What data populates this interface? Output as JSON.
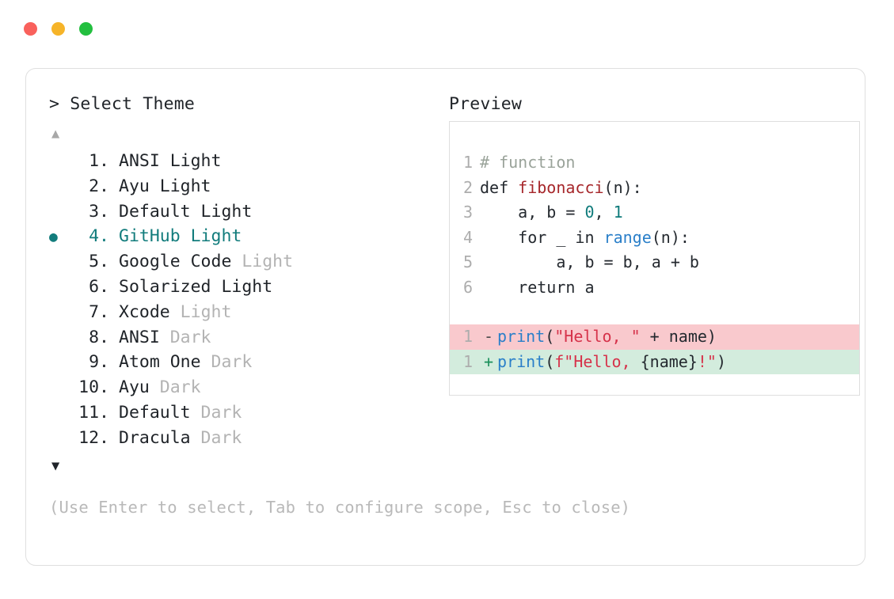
{
  "window": {
    "dots": [
      {
        "name": "close",
        "color": "#f9615c"
      },
      {
        "name": "minimize",
        "color": "#f6b429"
      },
      {
        "name": "maximize",
        "color": "#23bf3f"
      }
    ]
  },
  "header": {
    "prompt_title": "> Select Theme",
    "preview_title": "Preview"
  },
  "scroll": {
    "up_arrow": "▲",
    "down_arrow": "▼",
    "up_active": false,
    "down_active": true
  },
  "accent_color": "#127c7c",
  "theme_list": {
    "selected_index": 4,
    "bullet_glyph": "●",
    "items": [
      {
        "num": "1.",
        "name": "ANSI Light",
        "mode": "",
        "selected": false
      },
      {
        "num": "2.",
        "name": "Ayu Light",
        "mode": "",
        "selected": false
      },
      {
        "num": "3.",
        "name": "Default Light",
        "mode": "",
        "selected": false
      },
      {
        "num": "4.",
        "name": "GitHub Light",
        "mode": "",
        "selected": true
      },
      {
        "num": "5.",
        "name": "Google Code",
        "mode": "Light",
        "selected": false
      },
      {
        "num": "6.",
        "name": "Solarized Light",
        "mode": "",
        "selected": false
      },
      {
        "num": "7.",
        "name": "Xcode",
        "mode": "Light",
        "selected": false
      },
      {
        "num": "8.",
        "name": "ANSI",
        "mode": "Dark",
        "selected": false
      },
      {
        "num": "9.",
        "name": "Atom One",
        "mode": "Dark",
        "selected": false
      },
      {
        "num": "10.",
        "name": "Ayu",
        "mode": "Dark",
        "selected": false
      },
      {
        "num": "11.",
        "name": "Default",
        "mode": "Dark",
        "selected": false
      },
      {
        "num": "12.",
        "name": "Dracula",
        "mode": "Dark",
        "selected": false
      }
    ]
  },
  "preview": {
    "code_lines": [
      {
        "ln": "1",
        "tokens": [
          {
            "t": "# function",
            "c": "comment"
          }
        ]
      },
      {
        "ln": "2",
        "tokens": [
          {
            "t": "def ",
            "c": "plain"
          },
          {
            "t": "fibonacci",
            "c": "func"
          },
          {
            "t": "(n):",
            "c": "plain"
          }
        ]
      },
      {
        "ln": "3",
        "tokens": [
          {
            "t": "    a, b = ",
            "c": "plain"
          },
          {
            "t": "0",
            "c": "num"
          },
          {
            "t": ", ",
            "c": "plain"
          },
          {
            "t": "1",
            "c": "num"
          }
        ]
      },
      {
        "ln": "4",
        "tokens": [
          {
            "t": "    for _ in ",
            "c": "plain"
          },
          {
            "t": "range",
            "c": "builtin"
          },
          {
            "t": "(n):",
            "c": "plain"
          }
        ]
      },
      {
        "ln": "5",
        "tokens": [
          {
            "t": "        a, b = b, a + b",
            "c": "plain"
          }
        ]
      },
      {
        "ln": "6",
        "tokens": [
          {
            "t": "    return a",
            "c": "plain"
          }
        ]
      }
    ],
    "diff_lines": [
      {
        "ln": "1",
        "sign": "-",
        "kind": "del",
        "tokens": [
          {
            "t": "print",
            "c": "builtin"
          },
          {
            "t": "(",
            "c": "plain"
          },
          {
            "t": "\"Hello, \"",
            "c": "string"
          },
          {
            "t": " + name)",
            "c": "plain"
          }
        ]
      },
      {
        "ln": "1",
        "sign": "+",
        "kind": "add",
        "tokens": [
          {
            "t": "print",
            "c": "builtin"
          },
          {
            "t": "(",
            "c": "plain"
          },
          {
            "t": "f\"Hello, ",
            "c": "string"
          },
          {
            "t": "{name}",
            "c": "plain"
          },
          {
            "t": "!\"",
            "c": "string"
          },
          {
            "t": ")",
            "c": "plain"
          }
        ]
      }
    ],
    "colors": {
      "diff_del_bg": "#f9c9cd",
      "diff_add_bg": "#d3ecdd",
      "comment": "#9aa39a",
      "function": "#a6262a",
      "builtin": "#2a7fc9",
      "number": "#0f7b7b",
      "string": "#d6324a"
    }
  },
  "footer": {
    "hint": "(Use Enter to select, Tab to configure scope, Esc to close)"
  }
}
